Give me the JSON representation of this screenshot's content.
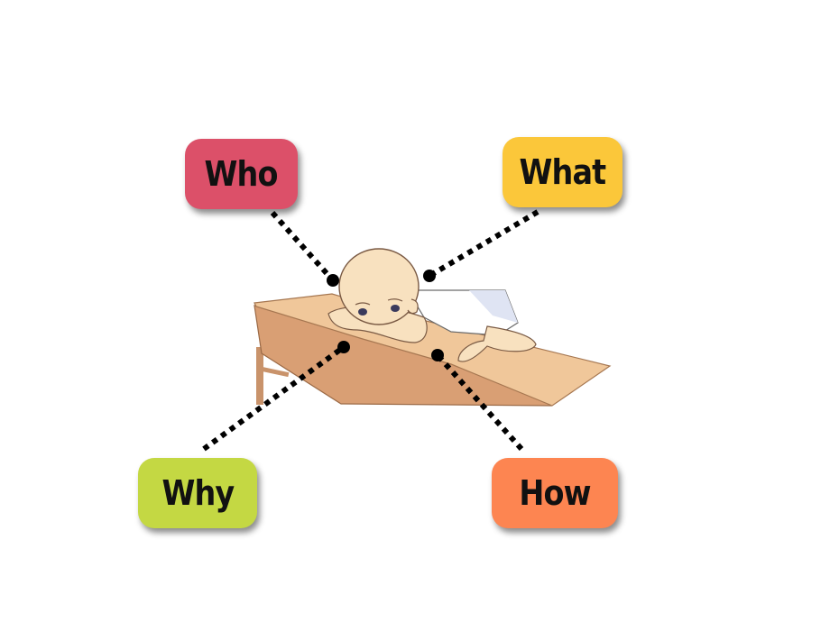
{
  "labels": {
    "who": {
      "text": "Who",
      "color": "#dc5069"
    },
    "what": {
      "text": "What",
      "color": "#fbc73a"
    },
    "why": {
      "text": "Why",
      "color": "#c4d843"
    },
    "how": {
      "text": "How",
      "color": "#fd8551"
    }
  },
  "illustration": {
    "subject": "student-sleeping-on-desk",
    "colors": {
      "desk_top": "#f0c79a",
      "desk_front": "#d99f74",
      "skin": "#f8e1bf",
      "shirt": "#ffffff",
      "dots": "#000000"
    }
  }
}
